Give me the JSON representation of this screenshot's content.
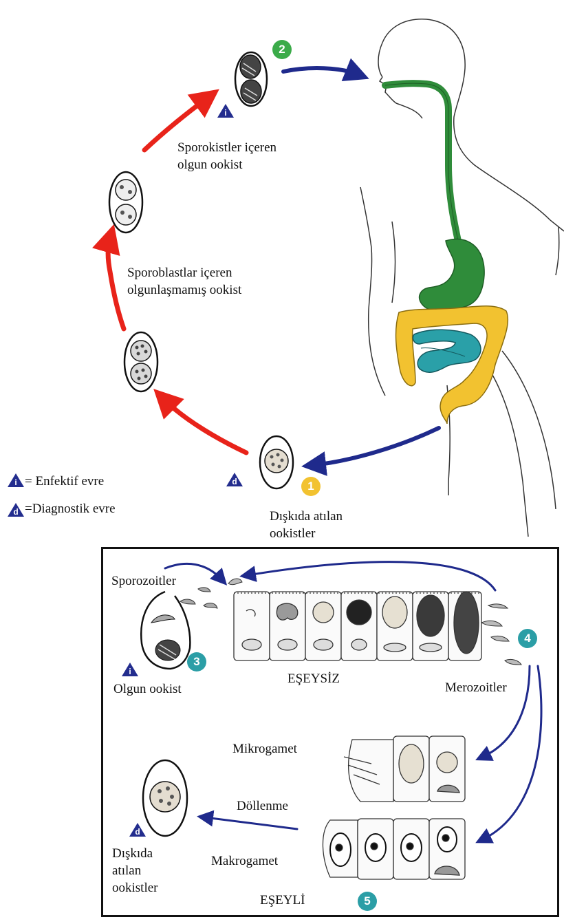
{
  "upper": {
    "mature_oocyst_label": "Sporokistler içeren\nolgun ookist",
    "immature_oocyst_label": "Sporoblastlar içeren\nolgunlaşmamış ookist",
    "passed_oocysts_label": "Dışkıda atılan\nookistler",
    "step1": "1",
    "step2": "2"
  },
  "legend": {
    "infective_symbol": "i",
    "infective_text": "= Enfektif evre",
    "diagnostic_symbol": "d",
    "diagnostic_text": "=Diagnostik evre"
  },
  "lower": {
    "sporozoites": "Sporozoitler",
    "mature_oocyst": "Olgun ookist",
    "asexual": "EŞEYSİZ",
    "merozoites": "Merozoitler",
    "microgamete": "Mikrogamet",
    "fertilization": "Döllenme",
    "macrogamete": "Makrogamet",
    "passed_oocysts": "Dışkıda\natılan\nookistler",
    "sexual": "EŞEYLİ",
    "step3": "3",
    "step4": "4",
    "step5": "5"
  },
  "colors": {
    "red_arrow": "#e8231a",
    "blue_arrow": "#1f2a8c",
    "digestive_green": "#2f8c3a",
    "colon_yellow": "#f2c230",
    "intestine_teal": "#2aa0a8",
    "badge_green": "#3bab49",
    "badge_yellow": "#f2c230",
    "badge_teal": "#2b9ea6",
    "triangle_blue": "#232d8e"
  }
}
